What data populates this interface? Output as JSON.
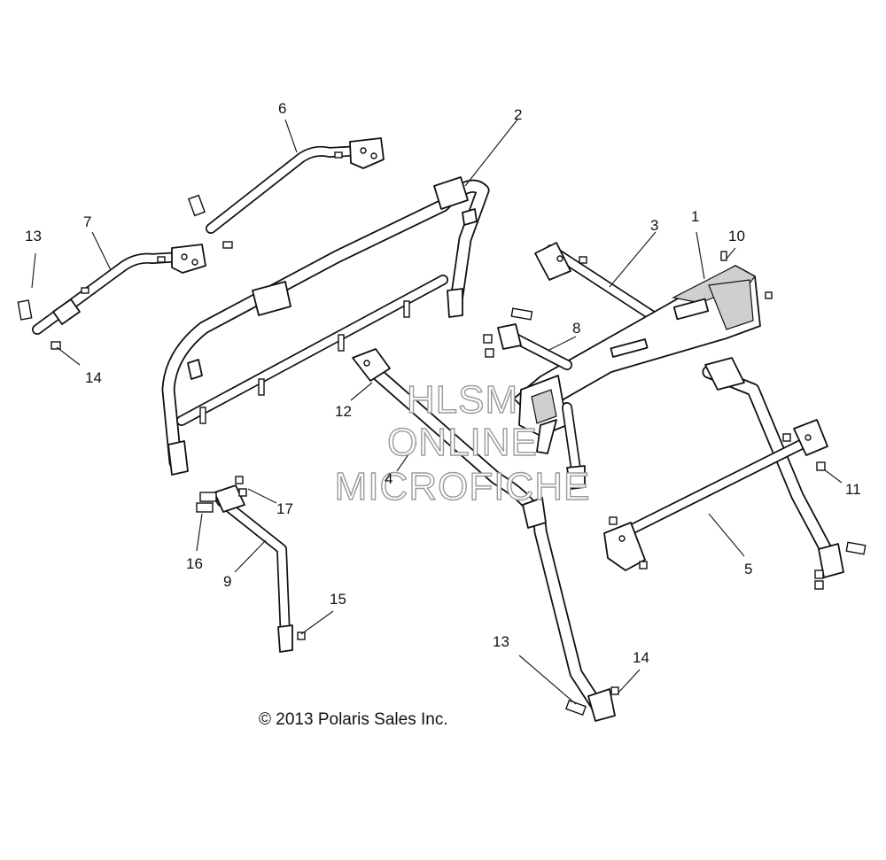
{
  "diagram": {
    "callouts": [
      {
        "id": "c1",
        "label": "1"
      },
      {
        "id": "c2",
        "label": "2"
      },
      {
        "id": "c3",
        "label": "3"
      },
      {
        "id": "c4",
        "label": "4"
      },
      {
        "id": "c5",
        "label": "5"
      },
      {
        "id": "c6",
        "label": "6"
      },
      {
        "id": "c7",
        "label": "7"
      },
      {
        "id": "c8",
        "label": "8"
      },
      {
        "id": "c9",
        "label": "9"
      },
      {
        "id": "c10",
        "label": "10"
      },
      {
        "id": "c11",
        "label": "11"
      },
      {
        "id": "c12",
        "label": "12"
      },
      {
        "id": "c13a",
        "label": "13"
      },
      {
        "id": "c13b",
        "label": "13"
      },
      {
        "id": "c14a",
        "label": "14"
      },
      {
        "id": "c14b",
        "label": "14"
      },
      {
        "id": "c15",
        "label": "15"
      },
      {
        "id": "c16",
        "label": "16"
      },
      {
        "id": "c17",
        "label": "17"
      }
    ],
    "copyright": "© 2013 Polaris Sales Inc.",
    "watermark": [
      "HLSM",
      "ONLINE",
      "MICROFICHE"
    ]
  }
}
